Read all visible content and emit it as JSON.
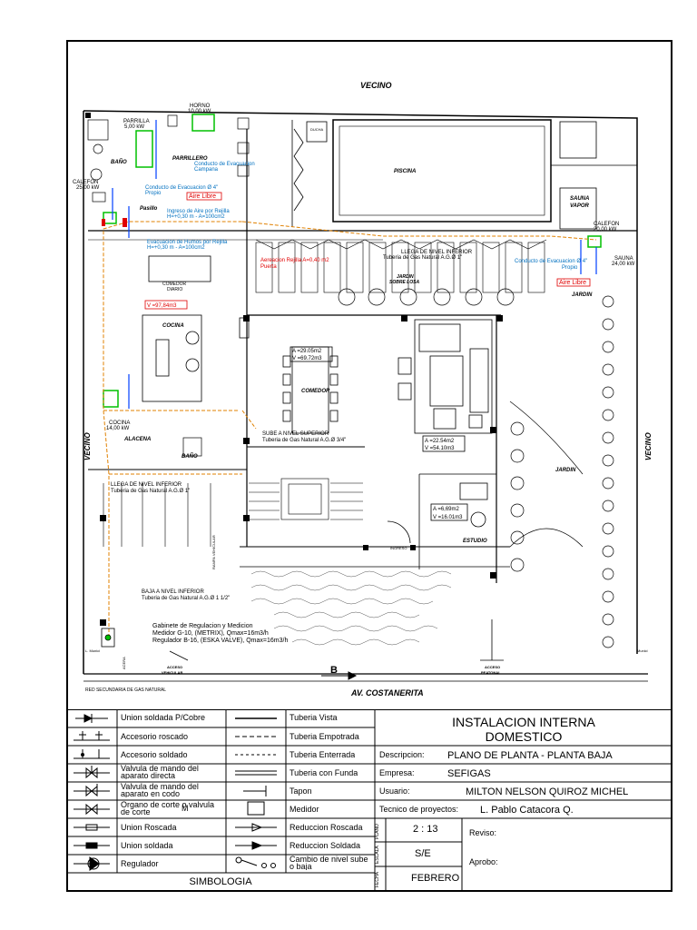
{
  "plan": {
    "north_label": "VECINO",
    "west_label": "VECINO",
    "east_label": "VECINO",
    "street_label": "AV. COSTANERITA",
    "section_marker": "B",
    "gas_network_label": "RED SECUNDARIA DE GAS NATURAL",
    "rooms": {
      "horno": "HORNO",
      "horno_kw": "10,00 kW",
      "parrilla": "PARRILLA",
      "parrilla_kw": "5,00 kW",
      "parrillero": "PARRILLERO",
      "bano1": "BAÑO",
      "calefon1": "CALEFON",
      "calefon1_kw": "25,00 kW",
      "pasillo": "Pasillo",
      "ducha": "DUCHA",
      "piscina": "PISCINA",
      "sauna_vapor1": "SAUNA",
      "sauna_vapor2": "VAPOR",
      "calefon2": "CALEFON",
      "calefon2_kw": "20,00 kW",
      "sauna": "SAUNA",
      "sauna_kw": "24,00 kW",
      "jardin1": "JARDIN",
      "jardin_sobre_losa1": "JARDIN",
      "jardin_sobre_losa2": "SOBRE LOSA",
      "comedor_diario1": "COMEDOR",
      "comedor_diario2": "DIARIO",
      "cocina": "COCINA",
      "comedor": "COMEDOR",
      "cocina_ap": "COCINA",
      "cocina_ap_kw": "14,00 kW",
      "alacena": "ALACENA",
      "bano2": "BAÑO",
      "jardin2": "JARDIN",
      "estudio": "ESTUDIO",
      "ingreso": "INGRESO",
      "acceso_vehicular1": "ACCESO",
      "acceso_vehicular2": "VEHICULAR",
      "acceso_peatonal1": "ACCESO",
      "acceso_peatonal2": "PEATONAL",
      "acera_vertical": "ACERA",
      "rampa_vertical": "RAMPA VEHICULAR"
    },
    "notes": {
      "conducto1a": "Conducto de Evacuacion",
      "conducto1b": "Campana",
      "conducto2a": "Conducto de Evacuacion Ø 4\"",
      "conducto2b": "Propio",
      "aire_libre1": "Aire Libre",
      "ingreso_aire1": "Ingreso de Aire por Rejilla",
      "ingreso_aire2": "H=+0,30 m - A=100cm2",
      "evac_humos1": "Evacuacion de Humos por Rejilla",
      "evac_humos2": "H=+0,30 m - A=100cm2",
      "rejilla_puerta1": "Aereacion Rejilla A=0,40 m2",
      "rejilla_puerta2": "Puerta",
      "volumen_cocina": "V =97,84m3",
      "llega_nivel1a": "LLEGA DE NIVEL INFERIOR",
      "llega_nivel1b": "Tuberia de Gas Natural A.G.Ø 1\"",
      "conducto3a": "Conducto de Evacuacion Ø 4\"",
      "conducto3b": "Propio",
      "aire_libre2": "Aire Libre",
      "area_comedor": "A =29.05m2",
      "volumen_comedor": "V =69.72m3",
      "sube_nivel1": "SUBE A NIVEL SUPERIOR",
      "sube_nivel2": "Tuberia de Gas Natural A.G.Ø 3/4\"",
      "area_estar": "A =22.54m2",
      "volumen_estar": "V =54.10m3",
      "llega_nivel2a": "LLEGA DE NIVEL INFERIOR",
      "llega_nivel2b": "Tuberia de Gas Natural A.G.Ø 1\"",
      "area_estudio": "A =6,69m2",
      "volumen_estudio": "V =16.01m3",
      "baja_nivel1": "BAJA A NIVEL INFERIOR",
      "baja_nivel2": "Tuberia de Gas Natural A.G.Ø 1 1/2\"",
      "gabinete1": "Gabinete de Regulacion y Medicion",
      "gabinete2": "Medidor G-10, (METRIX), Qmax=16m3/h",
      "gabinete3": "Regulador B-16, (ESKA VALVE), Qmax=16m3/h",
      "medidor_left": "L. Munici",
      "medidor_right": "Munici"
    }
  },
  "legend": {
    "symbols_col1": [
      "Union soldada P/Cobre",
      "Accesorio roscado",
      "Accesorio soldado",
      "Valvula de mando del aparato directa",
      "Valvula de mando del aparato en codo",
      "Organo de corte o valvula de corte",
      "Union Roscada",
      "Union soldada",
      "Regulador"
    ],
    "symbols_col2": [
      "Tuberia Vista",
      "Tuberia Empotrada",
      "Tuberia Enterrada",
      "Tuberia con Funda",
      "Tapon",
      "Medidor",
      "Reduccion Roscada",
      "Reduccion Soldada",
      "Cambio de nivel sube o baja"
    ],
    "footer": "SIMBOLOGIA",
    "medidor_symbol": "M"
  },
  "title_block": {
    "title_line1": "INSTALACION  INTERNA",
    "title_line2": "DOMESTICO",
    "descripcion_label": "Descripcion:",
    "descripcion_value": "PLANO DE PLANTA - PLANTA BAJA",
    "empresa_label": "Empresa:",
    "empresa_value": "SEFIGAS",
    "usuario_label": "Usuario:",
    "usuario_value": "MILTON NELSON QUIROZ MICHEL",
    "tecnico_label": "Tecnico de proyectos:",
    "tecnico_value": "L. Pablo Catacora Q.",
    "plano_label": "PLANO",
    "plano_value": "2 : 13",
    "escala_label": "ESCALA",
    "escala_value": "S/E",
    "fecha_label": "FECHA",
    "fecha_value": "FEBRERO",
    "reviso": "Reviso:",
    "aprobo": "Aprobo:"
  }
}
